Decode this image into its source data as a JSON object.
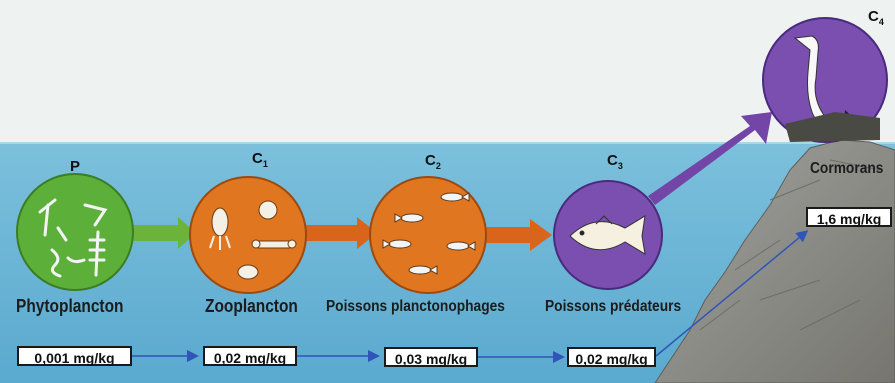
{
  "organisms": [
    {
      "level": "P",
      "level_sub": "",
      "name": "Phytoplancton",
      "color": "#5cb03a"
    },
    {
      "level": "C",
      "level_sub": "1",
      "name": "Zooplancton",
      "color": "#e0761f"
    },
    {
      "level": "C",
      "level_sub": "2",
      "name": "Poissons planctonophages",
      "color": "#e0761f"
    },
    {
      "level": "C",
      "level_sub": "3",
      "name": "Poissons prédateurs",
      "color": "#7a4fb0"
    },
    {
      "level": "C",
      "level_sub": "4",
      "name": "Cormorans",
      "color": "#7a4fb0"
    }
  ],
  "concentrations": [
    "0,001 mg/kg",
    "0,02 mg/kg",
    "0,03 mg/kg",
    "0,02 mg/kg",
    "1,6 mg/kg"
  ],
  "colors": {
    "sky": "#eef3f2",
    "water": "#6db6d6",
    "green_arrow": "#6cb33c",
    "orange_arrow": "#d9651c",
    "purple_arrow": "#7245a6",
    "cliff": "#8e8e8b",
    "flow_line": "#2f55b8"
  }
}
